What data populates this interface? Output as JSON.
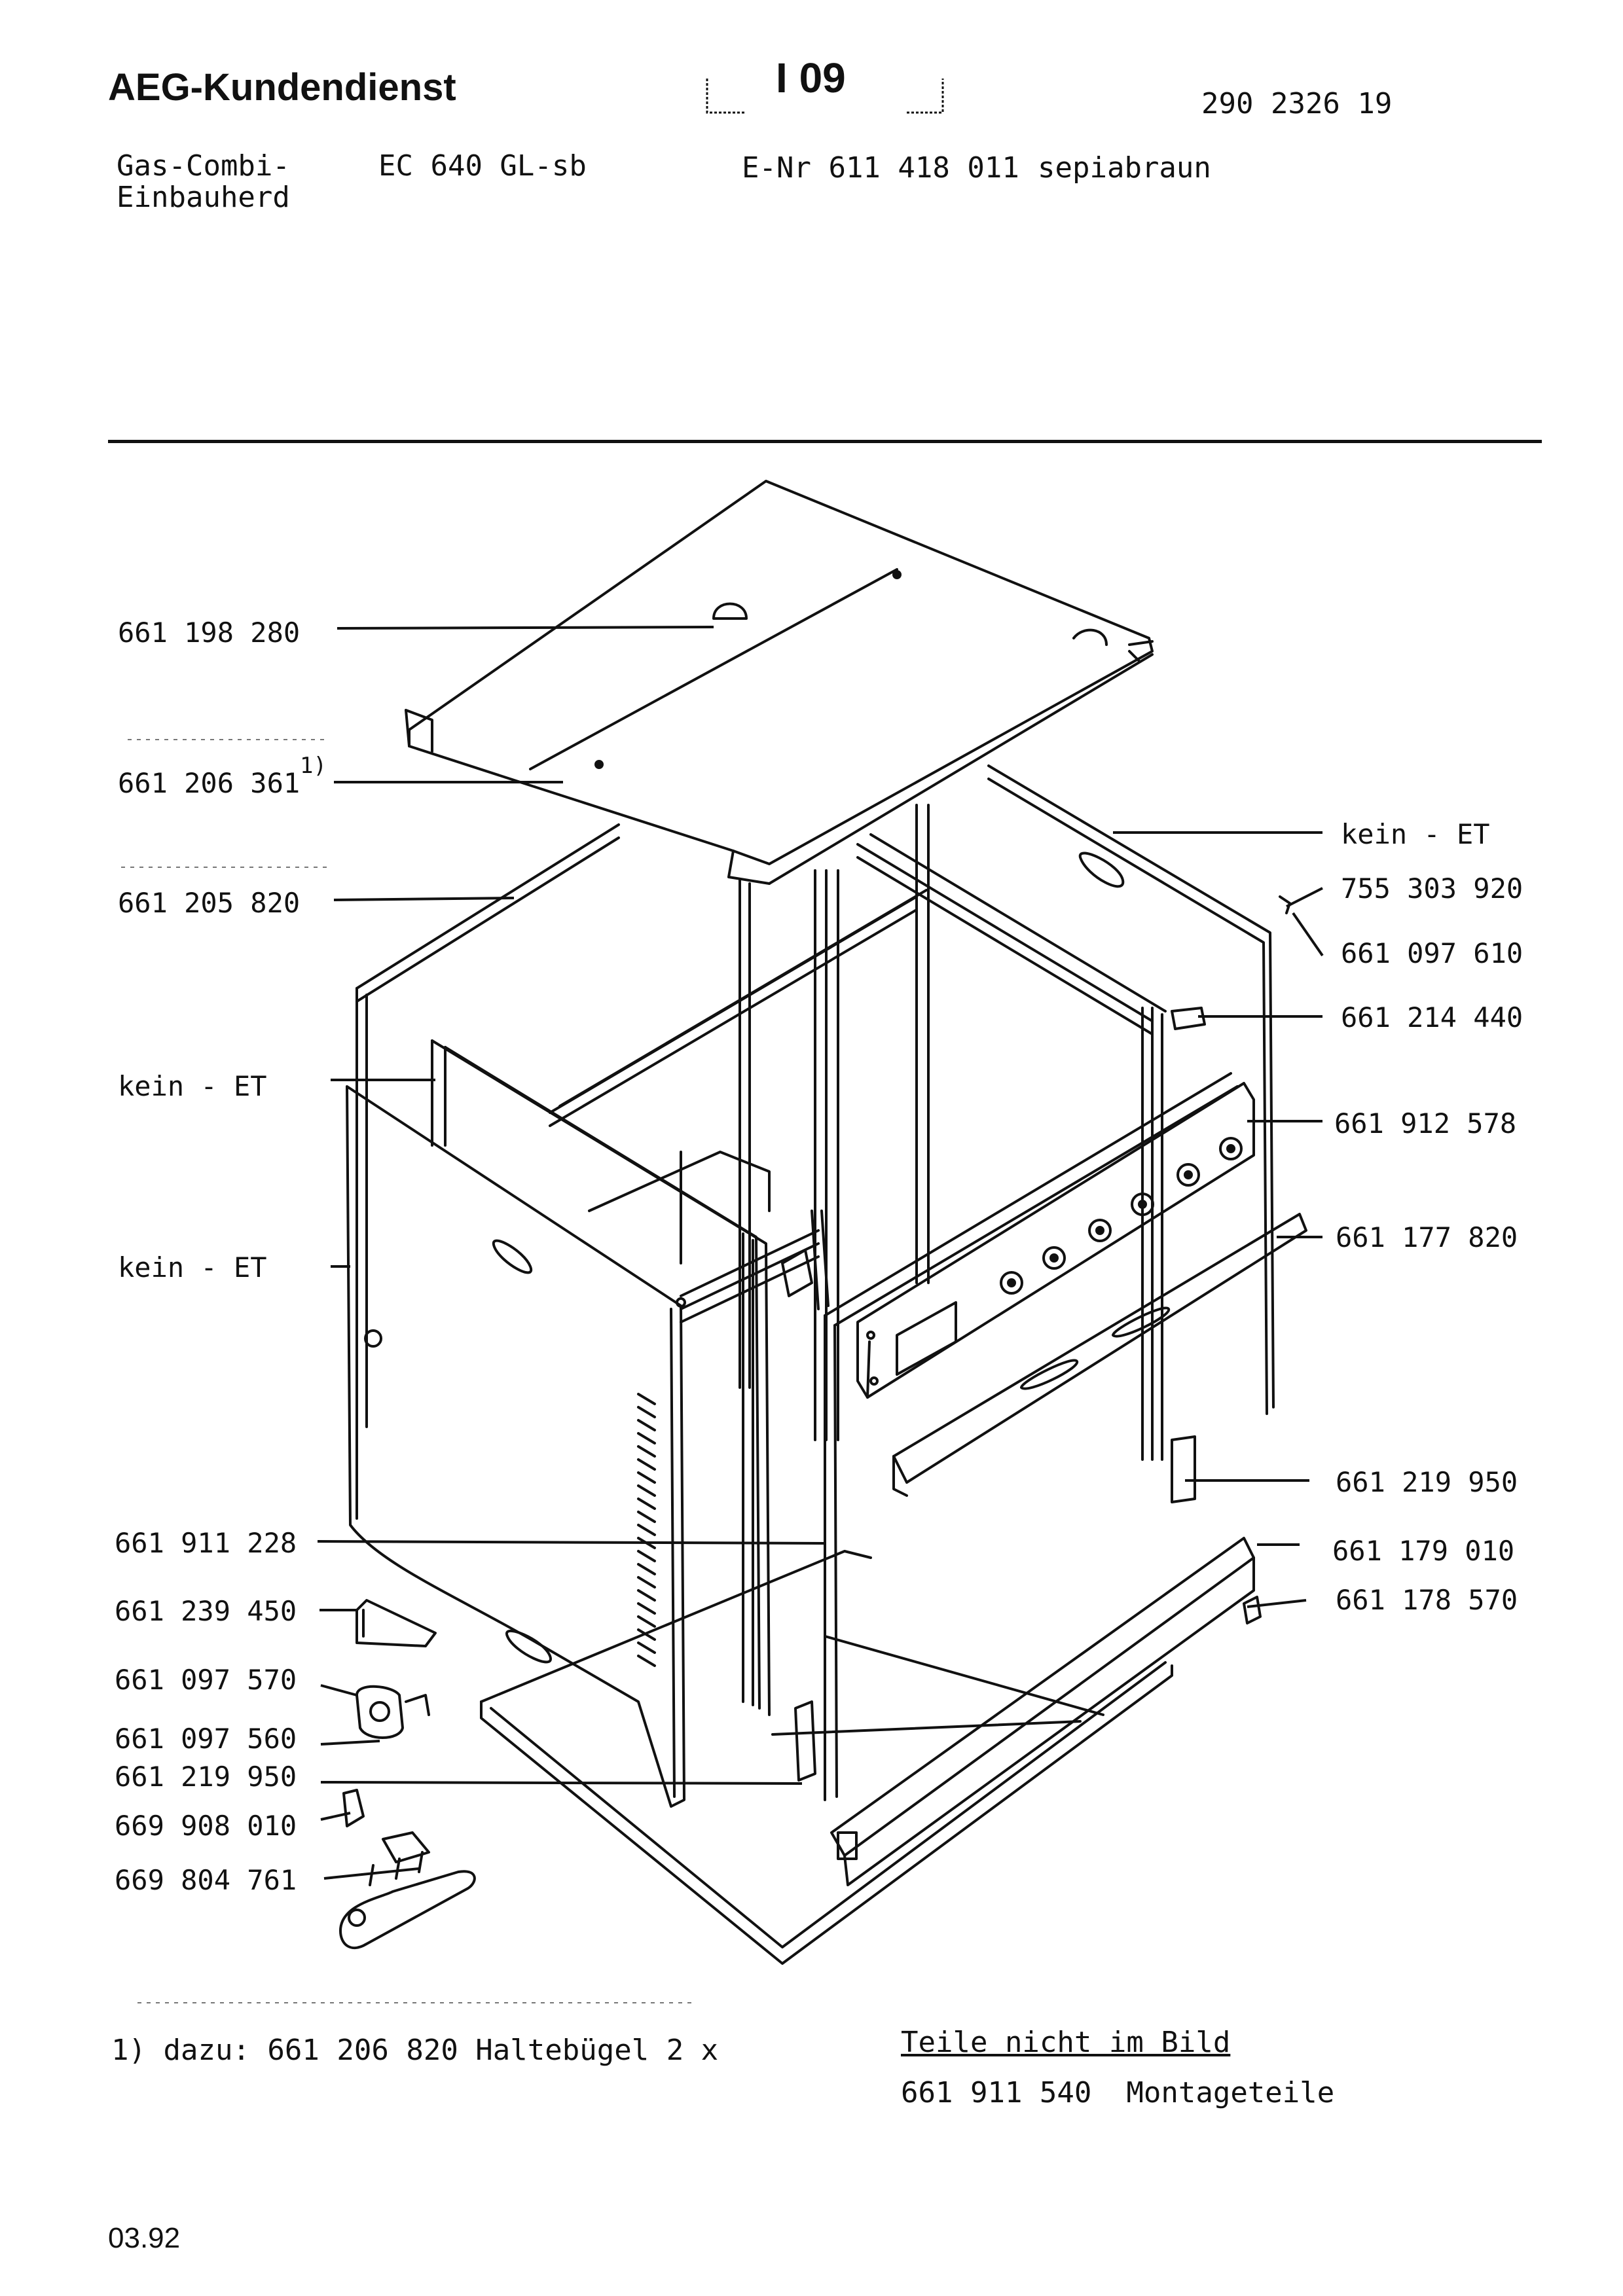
{
  "header": {
    "brand": "AEG-Kundendienst",
    "sheet": "I 09",
    "doc_number": "290 2326 19"
  },
  "product": {
    "type_line1": "Gas-Combi-",
    "type_line2": "Einbauherd",
    "model": "EC 640 GL-sb",
    "enr": "E-Nr 611 418 011",
    "color": "sepiabraun"
  },
  "labels": {
    "l1": "661 198 280",
    "l2": "661 206 361",
    "l2_note": "1)",
    "l3": "661 205 820",
    "l4": "kein - ET",
    "l5": "kein - ET",
    "l6": "661 911 228",
    "l7": "661 239 450",
    "l8": "661 097 570",
    "l9": "661 097 560",
    "l10": "661 219 950",
    "l11": "669 908 010",
    "l12": "669 804 761",
    "r1": "kein - ET",
    "r2": "755 303 920",
    "r3": "661 097 610",
    "r4": "661 214 440",
    "r5": "661 912 578",
    "r6": "661 177 820",
    "r7": "661 219 950",
    "r8": "661 179 010",
    "r9": "661 178 570"
  },
  "footnote": "1) dazu: 661 206 820 Haltebügel 2 x",
  "parts_not_shown": {
    "heading": "Teile nicht im Bild",
    "item": "661 911 540  Montageteile"
  },
  "date": "03.92"
}
